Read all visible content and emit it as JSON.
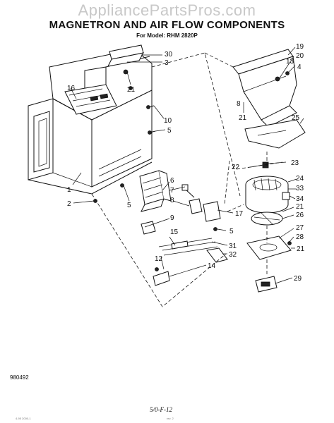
{
  "watermark": "AppliancePartsPros.com",
  "title": "MAGNETRON AND AIR FLOW COMPONENTS",
  "model_line": "For Model: RHM 2820P",
  "doc_number": "980492",
  "footer_mark": "5/0-F-12",
  "tiny_prints": [
    "4-95 2000-1",
    "rev. 2"
  ],
  "part_labels": [
    "1",
    "2",
    "3",
    "4",
    "5",
    "5",
    "5",
    "6",
    "7",
    "8",
    "8",
    "9",
    "10",
    "12",
    "13",
    "14",
    "15",
    "16",
    "17",
    "19",
    "20",
    "21",
    "21",
    "21",
    "21",
    "22",
    "23",
    "24",
    "25",
    "26",
    "27",
    "28",
    "29",
    "30",
    "31",
    "32",
    "33",
    "34"
  ]
}
